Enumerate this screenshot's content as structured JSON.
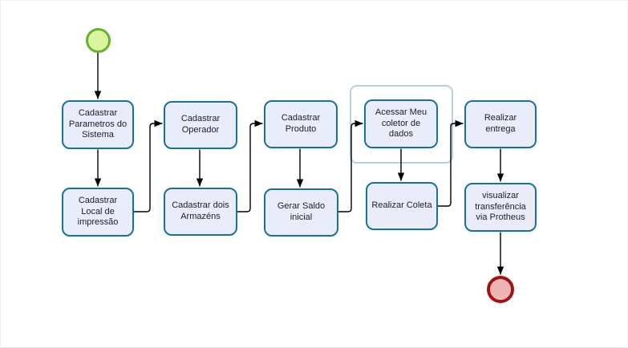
{
  "diagram": {
    "type": "flowchart",
    "tasks": [
      {
        "id": "cadastrar-parametros",
        "label": "Cadastrar\nParametros do\nSistema"
      },
      {
        "id": "cadastrar-local-impressao",
        "label": "Cadastrar\nLocal de\nimpressão"
      },
      {
        "id": "cadastrar-operador",
        "label": "Cadastrar\nOperador"
      },
      {
        "id": "cadastrar-dois-armazens",
        "label": "Cadastrar dois\nArmazéns"
      },
      {
        "id": "cadastrar-produto",
        "label": "Cadastrar\nProduto"
      },
      {
        "id": "gerar-saldo-inicial",
        "label": "Gerar Saldo\ninicial"
      },
      {
        "id": "acessar-meu-coletor",
        "label": "Acessar Meu\ncoletor de\ndados"
      },
      {
        "id": "realizar-coleta",
        "label": "Realizar Coleta"
      },
      {
        "id": "realizar-entrega",
        "label": "Realizar\nentrega"
      },
      {
        "id": "visualizar-transferencia",
        "label": "visualizar\ntransferência\nvia Protheus"
      }
    ],
    "events": {
      "start": {
        "name": "start-event",
        "fill": "#d9f5a0",
        "border": "#66b22e"
      },
      "end": {
        "name": "end-event",
        "fill": "#efb5b5",
        "border": "#9e1414"
      }
    },
    "group": {
      "around_task": "acessar-meu-coletor",
      "border_color": "#b9cfdd"
    },
    "edges": [
      {
        "from": "start",
        "to": "cadastrar-parametros"
      },
      {
        "from": "cadastrar-parametros",
        "to": "cadastrar-local-impressao"
      },
      {
        "from": "cadastrar-local-impressao",
        "to": "cadastrar-operador"
      },
      {
        "from": "cadastrar-operador",
        "to": "cadastrar-dois-armazens"
      },
      {
        "from": "cadastrar-dois-armazens",
        "to": "cadastrar-produto"
      },
      {
        "from": "cadastrar-produto",
        "to": "gerar-saldo-inicial"
      },
      {
        "from": "gerar-saldo-inicial",
        "to": "acessar-meu-coletor"
      },
      {
        "from": "acessar-meu-coletor",
        "to": "realizar-coleta"
      },
      {
        "from": "realizar-coleta",
        "to": "realizar-entrega"
      },
      {
        "from": "realizar-entrega",
        "to": "visualizar-transferencia"
      },
      {
        "from": "visualizar-transferencia",
        "to": "end"
      }
    ],
    "colors": {
      "background": "#ffffff",
      "task_fill": "#e9edf9",
      "task_border": "#19709e",
      "task_text": "#1c1c33",
      "group_border": "#b9cfdd",
      "connector": "#000000"
    }
  }
}
